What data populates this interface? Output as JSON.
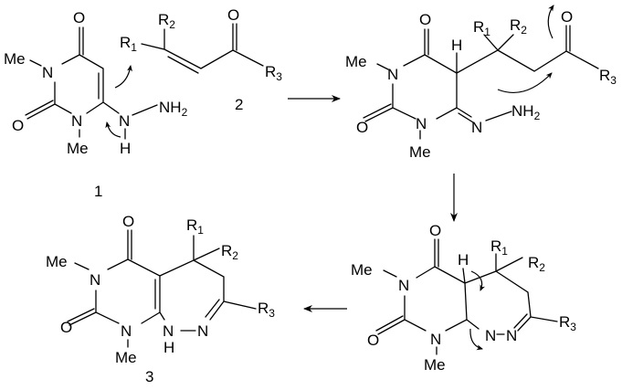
{
  "atoms": {
    "O": "O",
    "N": "N",
    "Me": "Me",
    "H": "H",
    "NH": "NH",
    "two": "2",
    "R": "R",
    "r1": "1",
    "r2": "2",
    "r3": "3"
  },
  "compound_labels": {
    "c1": "1",
    "c2": "2",
    "c3": "3"
  }
}
